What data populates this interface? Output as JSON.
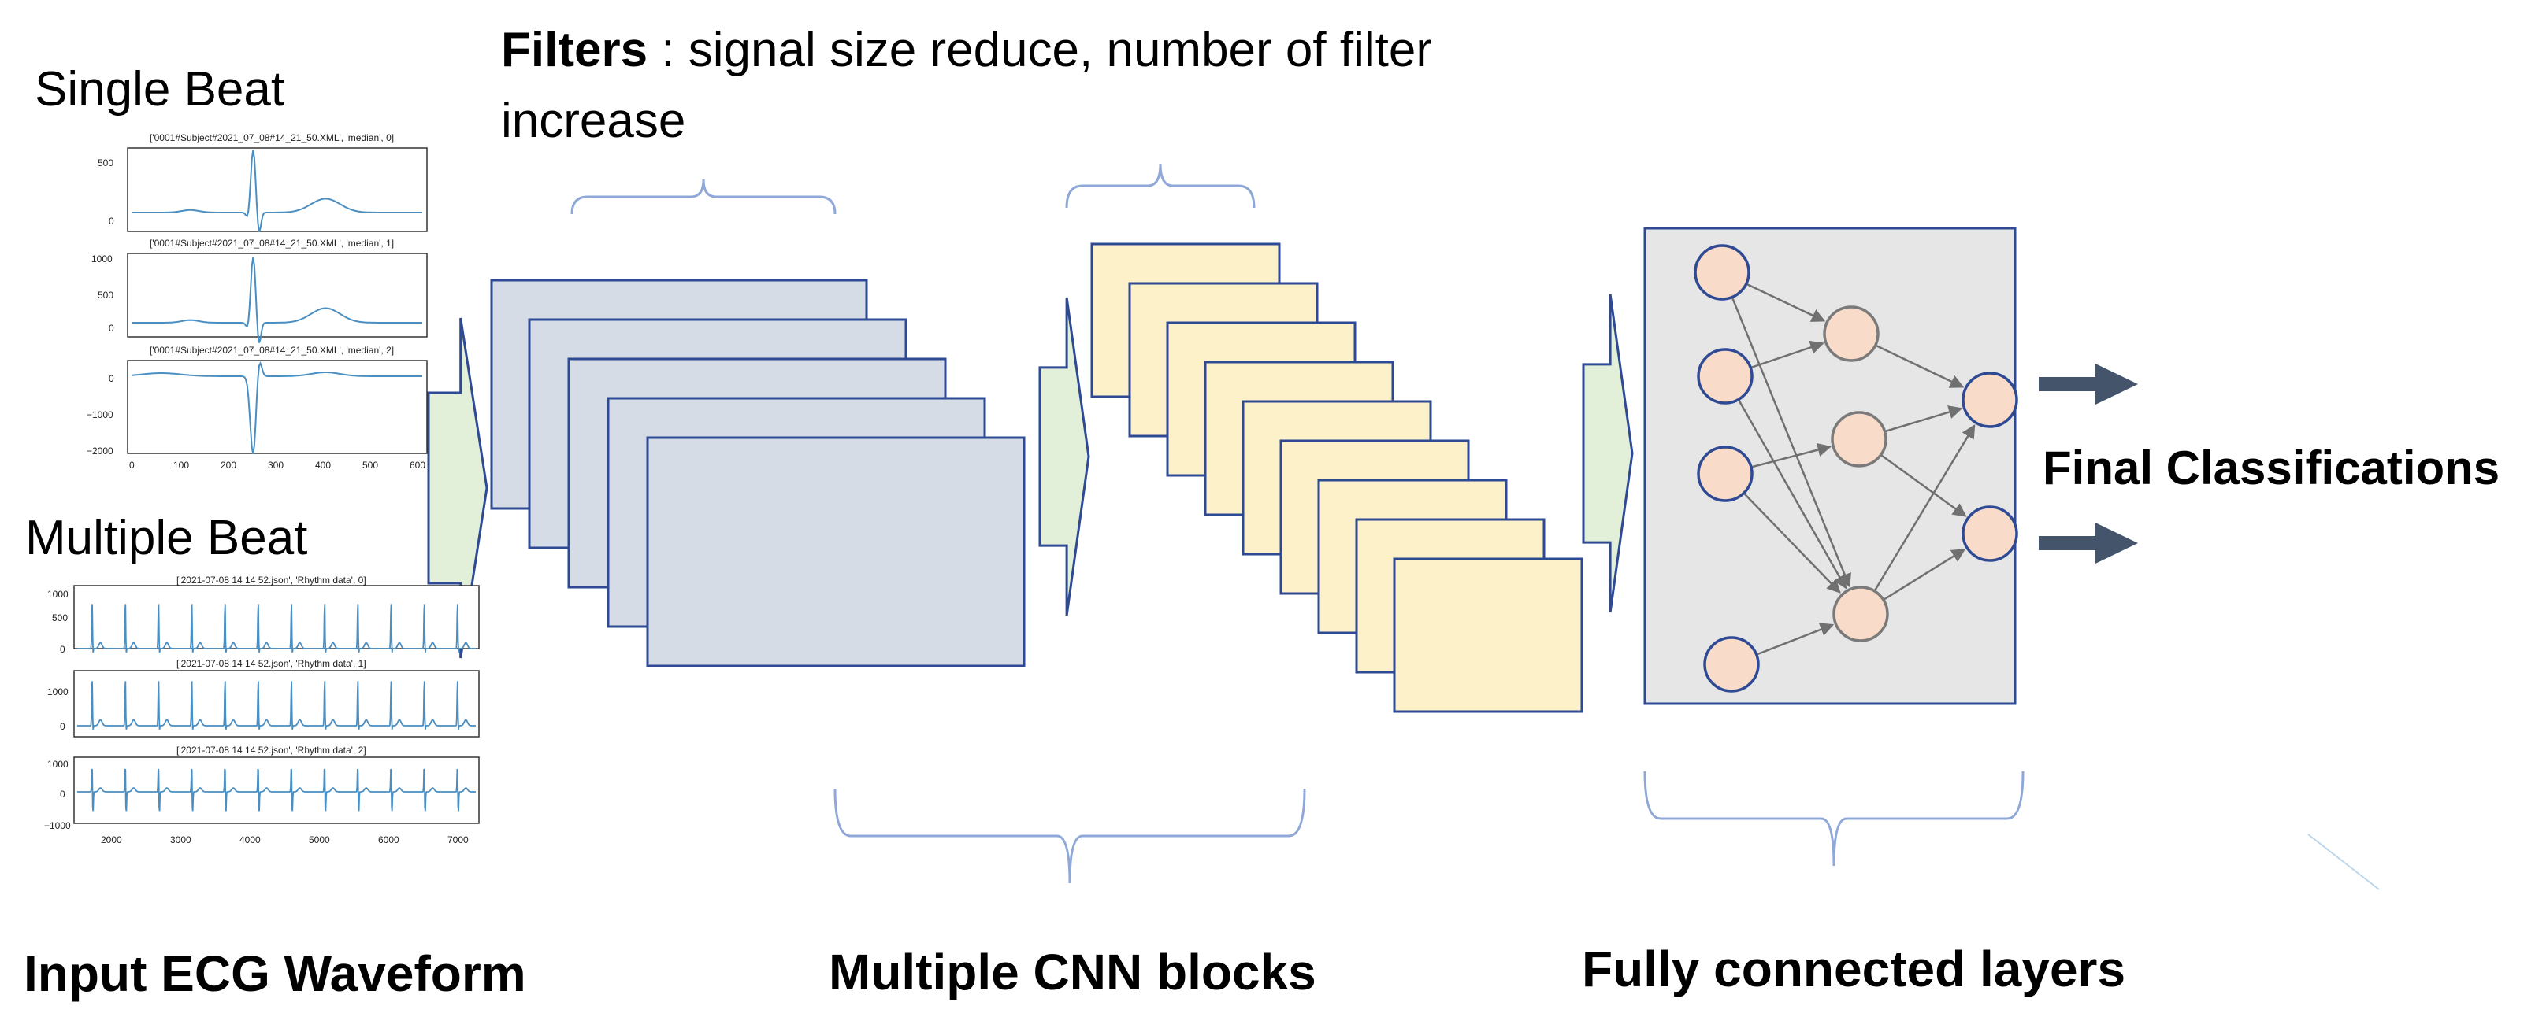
{
  "filters_label": {
    "bold": "Filters",
    "rest_line1": " : signal size reduce, number of filter",
    "rest_line2": "increase"
  },
  "single_beat": {
    "title": "Single Beat",
    "subplots": [
      {
        "title": "['0001#Subject#2021_07_08#14_21_50.XML', 'median', 0]",
        "yticks": [
          "500",
          "0"
        ]
      },
      {
        "title": "['0001#Subject#2021_07_08#14_21_50.XML', 'median', 1]",
        "yticks": [
          "1000",
          "500",
          "0"
        ]
      },
      {
        "title": "['0001#Subject#2021_07_08#14_21_50.XML', 'median', 2]",
        "yticks": [
          "0",
          "−1000",
          "−2000"
        ]
      }
    ],
    "xticks": [
      "0",
      "100",
      "200",
      "300",
      "400",
      "500",
      "600"
    ]
  },
  "multiple_beat": {
    "title": "Multiple Beat",
    "subplots": [
      {
        "title": "['2021-07-08 14 14 52.json', 'Rhythm data', 0]",
        "yticks": [
          "1000",
          "500",
          "0"
        ]
      },
      {
        "title": "['2021-07-08 14 14 52.json', 'Rhythm data', 1]",
        "yticks": [
          "1000",
          "0"
        ]
      },
      {
        "title": "['2021-07-08 14 14 52.json', 'Rhythm data', 2]",
        "yticks": [
          "1000",
          "0",
          "−1000"
        ]
      }
    ],
    "xticks": [
      "2000",
      "3000",
      "4000",
      "5000",
      "6000",
      "7000"
    ]
  },
  "bottom_labels": {
    "input": "Input ECG Waveform",
    "cnn": "Multiple CNN blocks",
    "fc": "Fully connected layers"
  },
  "output_label": "Final Classifications",
  "colors": {
    "blue_block": "#d6dce6",
    "yellow_block": "#fdf1c9",
    "block_border": "#2f4a94",
    "arrow_fill": "#e2efd9",
    "node_fill": "#f8dcc9",
    "fc_bg": "#e6e6e6",
    "brace": "#8fa8d8",
    "out_arrow": "#44546a",
    "ecg": "#4a8ec2"
  }
}
